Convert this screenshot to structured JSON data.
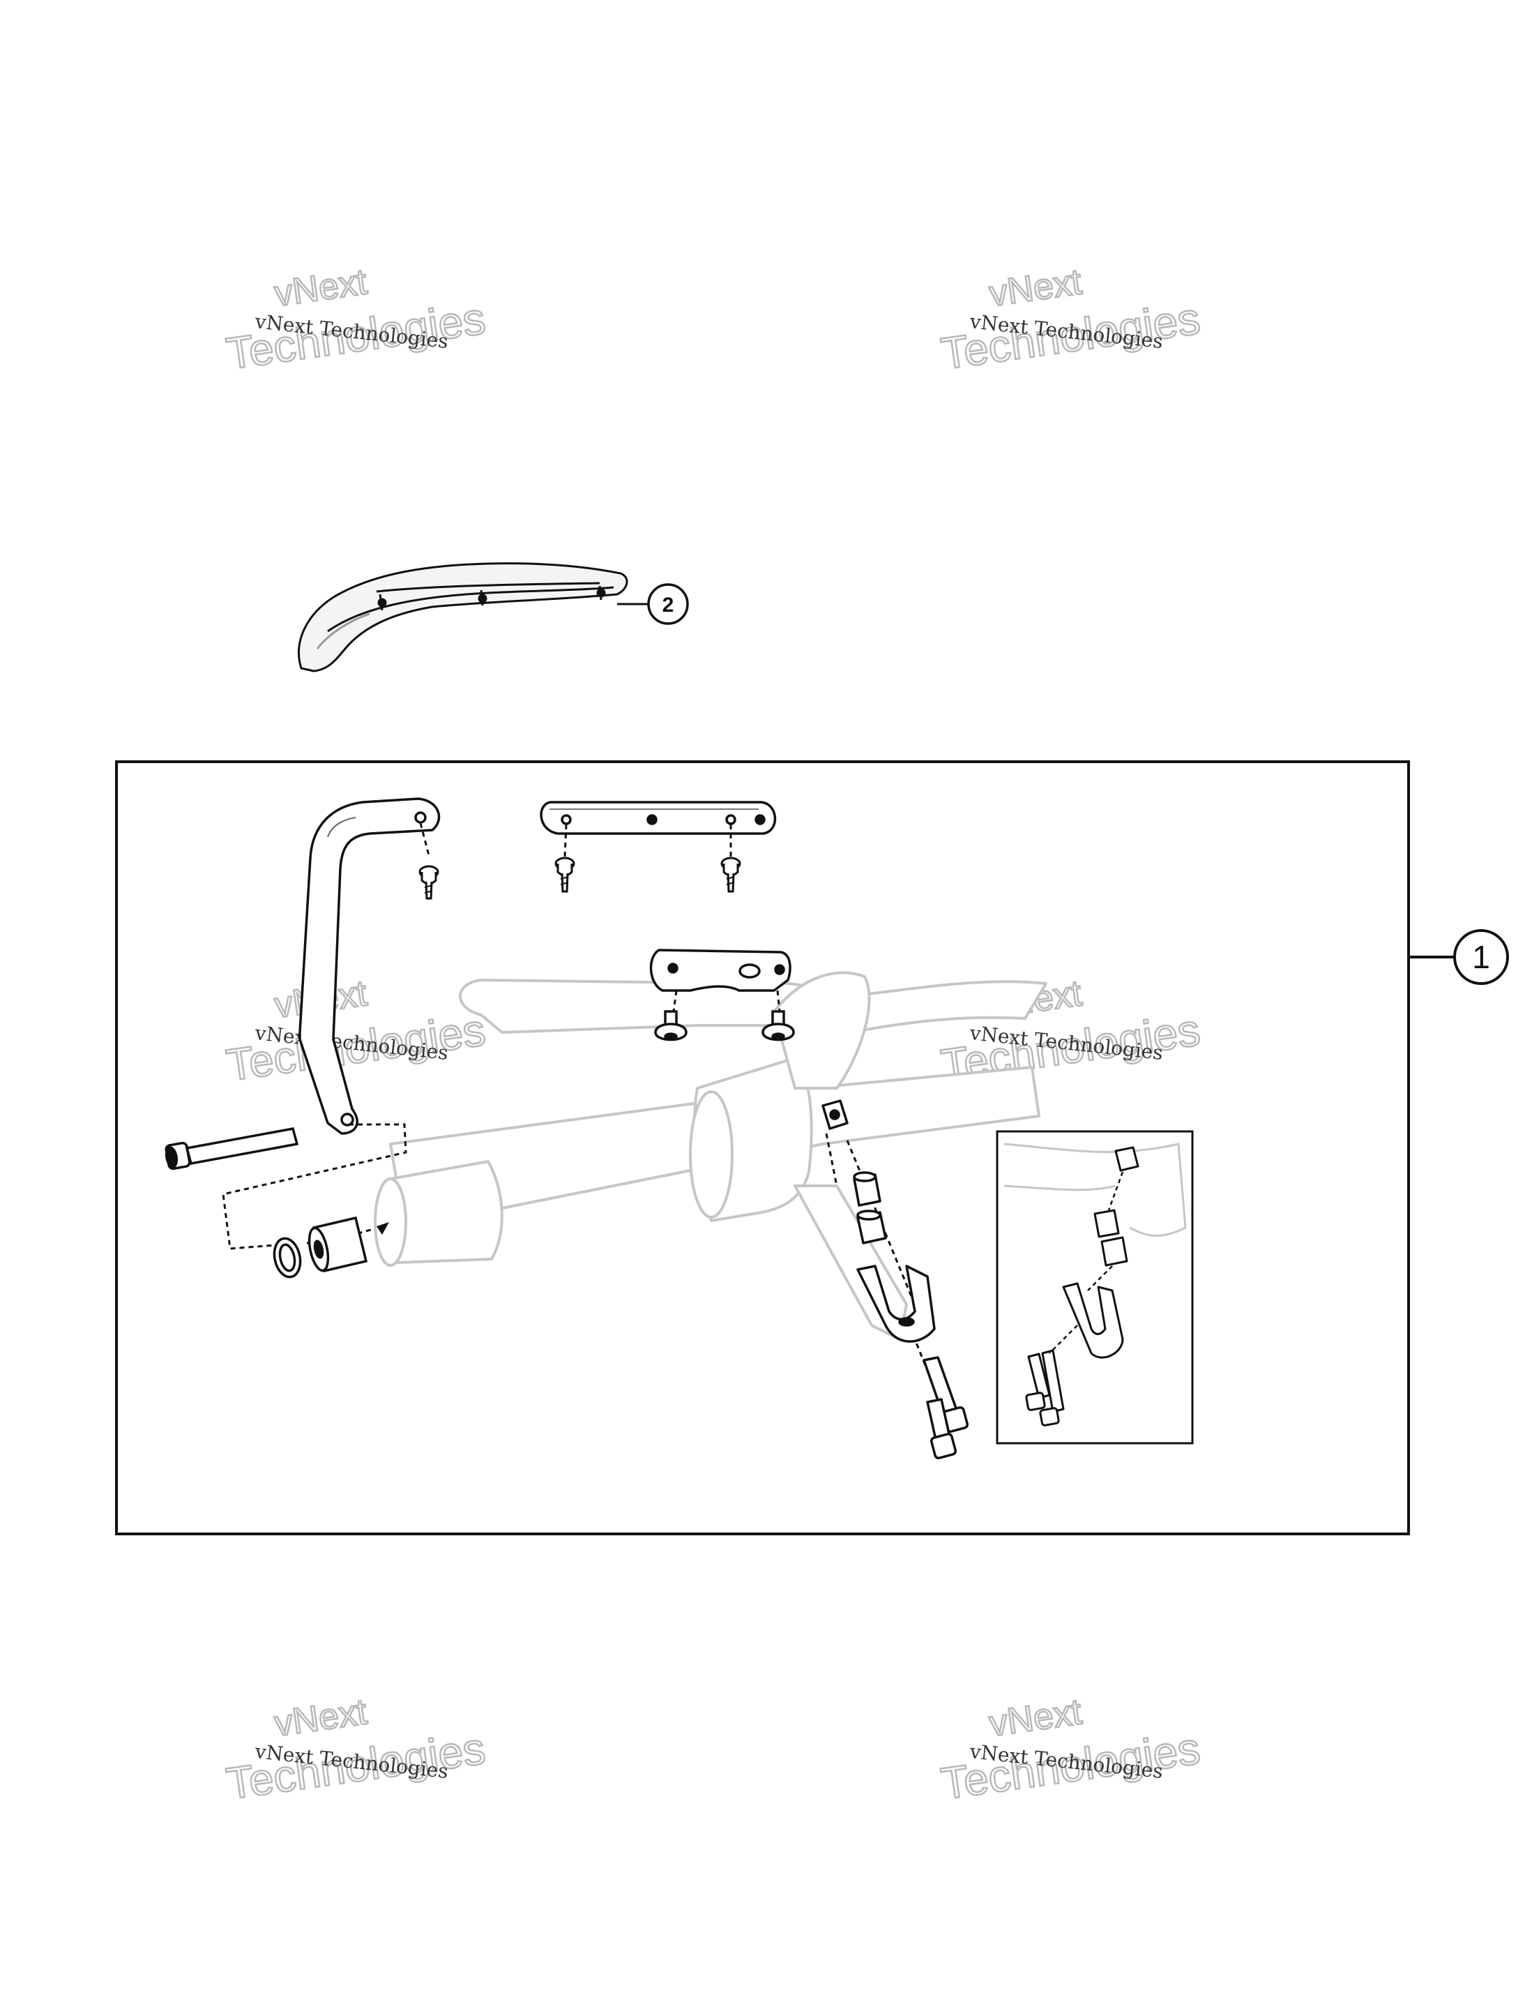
{
  "callouts": {
    "kit_number": "1",
    "handguard_number": "2"
  },
  "watermark": {
    "small_text": "vNext Technologies",
    "big_line1": "vNext",
    "big_line2": "Technologies"
  },
  "colors": {
    "line": "#111111",
    "faded_part": "#c9c9c9",
    "watermark_outline": "#b8b8b8"
  }
}
